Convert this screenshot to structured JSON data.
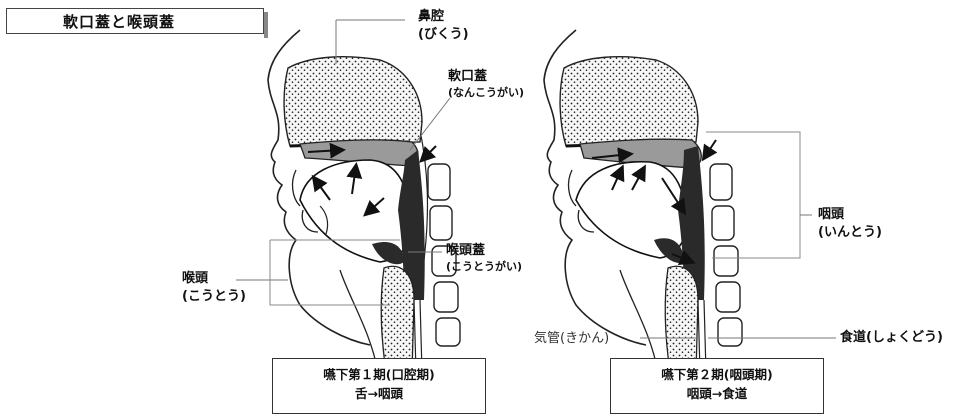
{
  "title": "軟口蓋と喉頭蓋",
  "labels": {
    "nasal_cavity": "鼻腔",
    "nasal_cavity_reading": "(びくう)",
    "soft_palate": "軟口蓋",
    "soft_palate_reading": "(なんこうがい)",
    "epiglottis": "喉頭蓋",
    "epiglottis_reading": "(こうとうがい)",
    "larynx": "喉頭",
    "larynx_reading": "(こうとう)",
    "pharynx": "咽頭",
    "pharynx_reading": "(いんとう)",
    "trachea": "気管(きかん)",
    "esophagus": "食道(しょくどう)"
  },
  "captions": [
    {
      "phase": "嚥下第１期(口腔期)",
      "flow": "舌→咽頭"
    },
    {
      "phase": "嚥下第２期(咽頭期)",
      "flow": "咽頭→食道"
    }
  ]
}
